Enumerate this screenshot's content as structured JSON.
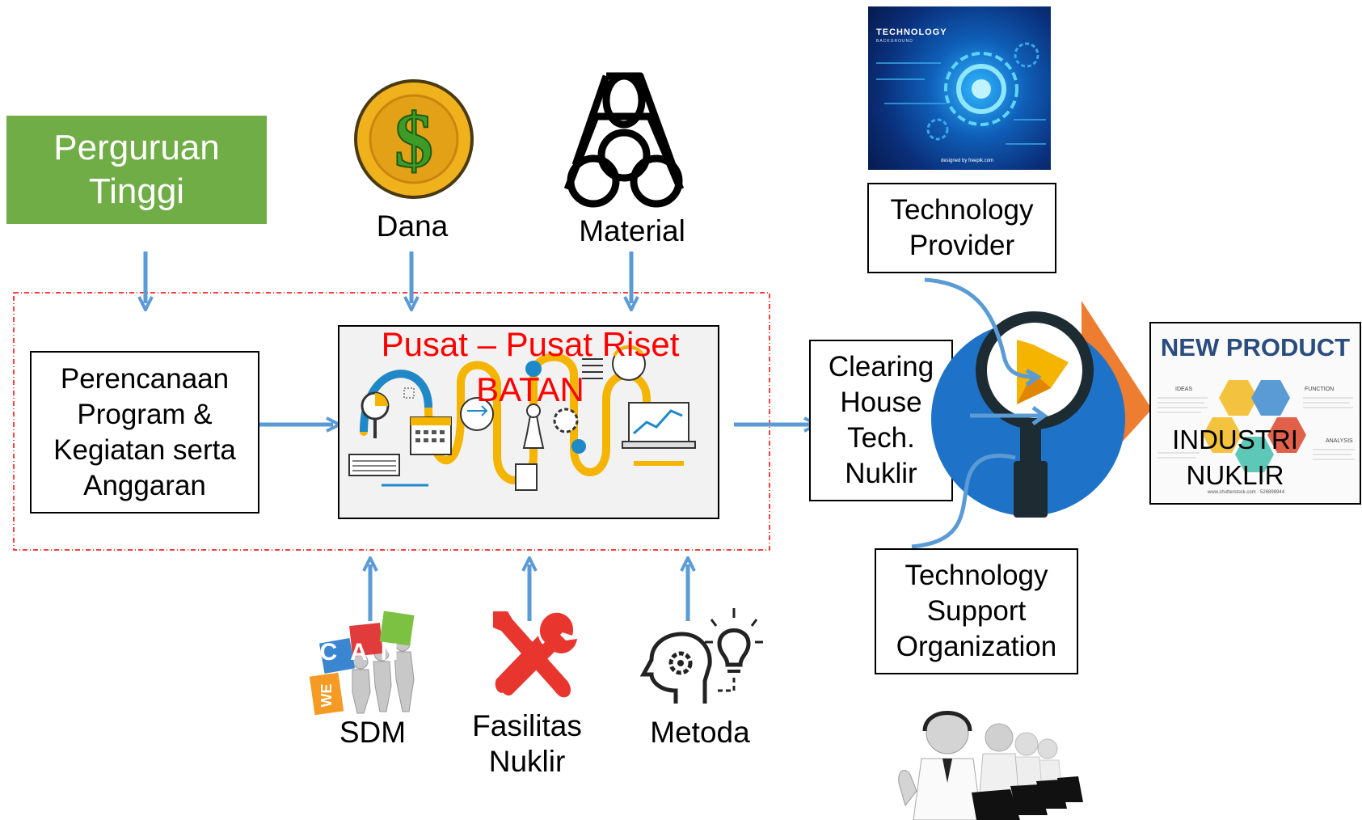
{
  "nodes": {
    "perguruan": "Perguruan\nTinggi",
    "dana": "Dana",
    "material": "Material",
    "perencanaan": "Perencanaan\nProgram &\nKegiatan serta\nAnggaran",
    "pusat_title": "Pusat – Pusat Riset\nBATAN",
    "clearing": "Clearing\nHouse\nTech.\nNuklir",
    "tech_provider": "Technology\nProvider",
    "tso": "Technology\nSupport\nOrganization",
    "industri": "INDUSTRI\nNUKLIR",
    "sdm": "SDM",
    "fasilitas": "Fasilitas\nNuklir",
    "metoda": "Metoda"
  },
  "images": {
    "tech_bg_title": "TECHNOLOGY",
    "tech_bg_sub": "BACKGROUND",
    "tech_bg_credit": "designed by freepik.com",
    "new_product_title": "NEW PRODUCT",
    "np_ideas": "IDEAS",
    "np_function": "FUNCTION",
    "np_analysis": "ANALYSIS",
    "np_watermark": "www.shutterstock.com · 526898944",
    "dollar": "$",
    "we": "WE",
    "can": "CAN"
  },
  "colors": {
    "arrow": "#5b9bd5",
    "green_box": "#70ad47",
    "red_text": "#ff0000",
    "blue_circle": "#1e73c8",
    "orange": "#ed7d31"
  }
}
